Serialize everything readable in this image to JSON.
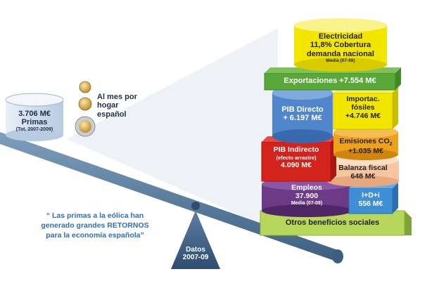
{
  "left_pan": {
    "amount": "3.706 M€",
    "label": "Primas",
    "note": "(Tot. 2007-2009)",
    "coins_caption_line1": "Al mes por hogar",
    "coins_caption_line2": "español"
  },
  "quote": {
    "line1": "“ Las primas a la eólica han",
    "line2": "generado grandes RETORNOS",
    "line3": "para la economía española”"
  },
  "fulcrum": {
    "line1": "Datos",
    "line2": "2007-09"
  },
  "blocks": {
    "electricidad": {
      "line1": "Electricidad",
      "line2": "11,8% Cobertura",
      "line3": "demanda nacional",
      "note": "Media (07-09)"
    },
    "exportaciones": {
      "label": "Exportaciones +7.554 M€"
    },
    "pib_directo": {
      "line1": "PIB Directo",
      "line2": "+ 6.197 M€"
    },
    "importac": {
      "line1": "Importac.",
      "line2": "fósiles",
      "line3": "+4.746 M€"
    },
    "pib_indirecto": {
      "line1": "PIB Indirecto",
      "note": "(efecto arrastre)",
      "line3": "4.090 M€"
    },
    "emisiones": {
      "line1_pre": "Emisiones CO",
      "line1_sub": "2",
      "line2": "+1.035 M€"
    },
    "balanza": {
      "line1": "Balanza fiscal",
      "line2": "648 M€"
    },
    "empleos": {
      "line1": "Empleos",
      "line2": "37.900",
      "note": "Media (07-09)"
    },
    "idi": {
      "line1": "I+D+i",
      "line2": "556 M€"
    },
    "otros": {
      "label": "Otros beneficios sociales"
    }
  },
  "colors": {
    "yellow": "#f2e600",
    "green": "#5aa83a",
    "blue": "#4f86cc",
    "red": "#d4231c",
    "orange": "#f0a11c",
    "peach": "#f7c6a0",
    "purple": "#6c3a86",
    "lightblue": "#3f8fd6",
    "lightgreen": "#a6cc4a",
    "beam": "#4a6f90",
    "quote_text": "#2b6fba"
  }
}
